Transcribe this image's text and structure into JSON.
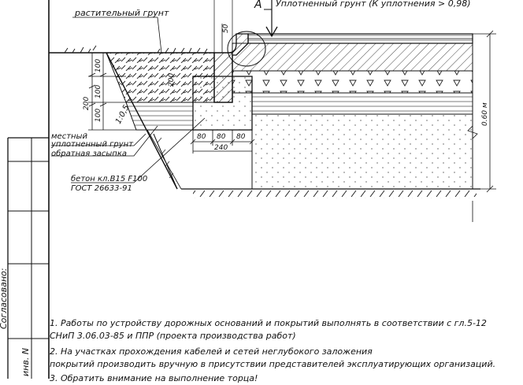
{
  "drawing": {
    "labels": {
      "top_soil": "растительный грунт",
      "compacted_soil": "Уплотненный грунт (К уплотнения > 0,98)",
      "callout": "А",
      "local_soil_1": "местный",
      "local_soil_2": "уплотненный грунт",
      "backfill": "обратная засыпка",
      "concrete_1": "бетон кл.В15 F100",
      "concrete_2": "ГОСТ 26633-91"
    },
    "dimensions": {
      "d50": "50",
      "d100a": "100",
      "d100b": "100",
      "d100c": "100",
      "d200v": "200",
      "d200h": "200",
      "d80a": "80",
      "d80b": "80",
      "d80c": "80",
      "d240": "240",
      "slope": "1:0,5",
      "depth": "0.60 м"
    },
    "side_stamp": {
      "agreed": "Согласовано:",
      "inv": "инв. N"
    }
  },
  "notes": [
    "1.  Работы по устройству дорожных оснований и покрытий выполнять в соответствии с гл.5-12",
    "СНиП 3.06.03-85 и ППР (проекта производства работ)",
    "2.  На участках прохождения кабелей и сетей неглубокого заложения",
    "покрытий производить вручную в присутствии представителей эксплуатирующих организаций.",
    "3. Обратить внимание на выполнение торца!"
  ]
}
